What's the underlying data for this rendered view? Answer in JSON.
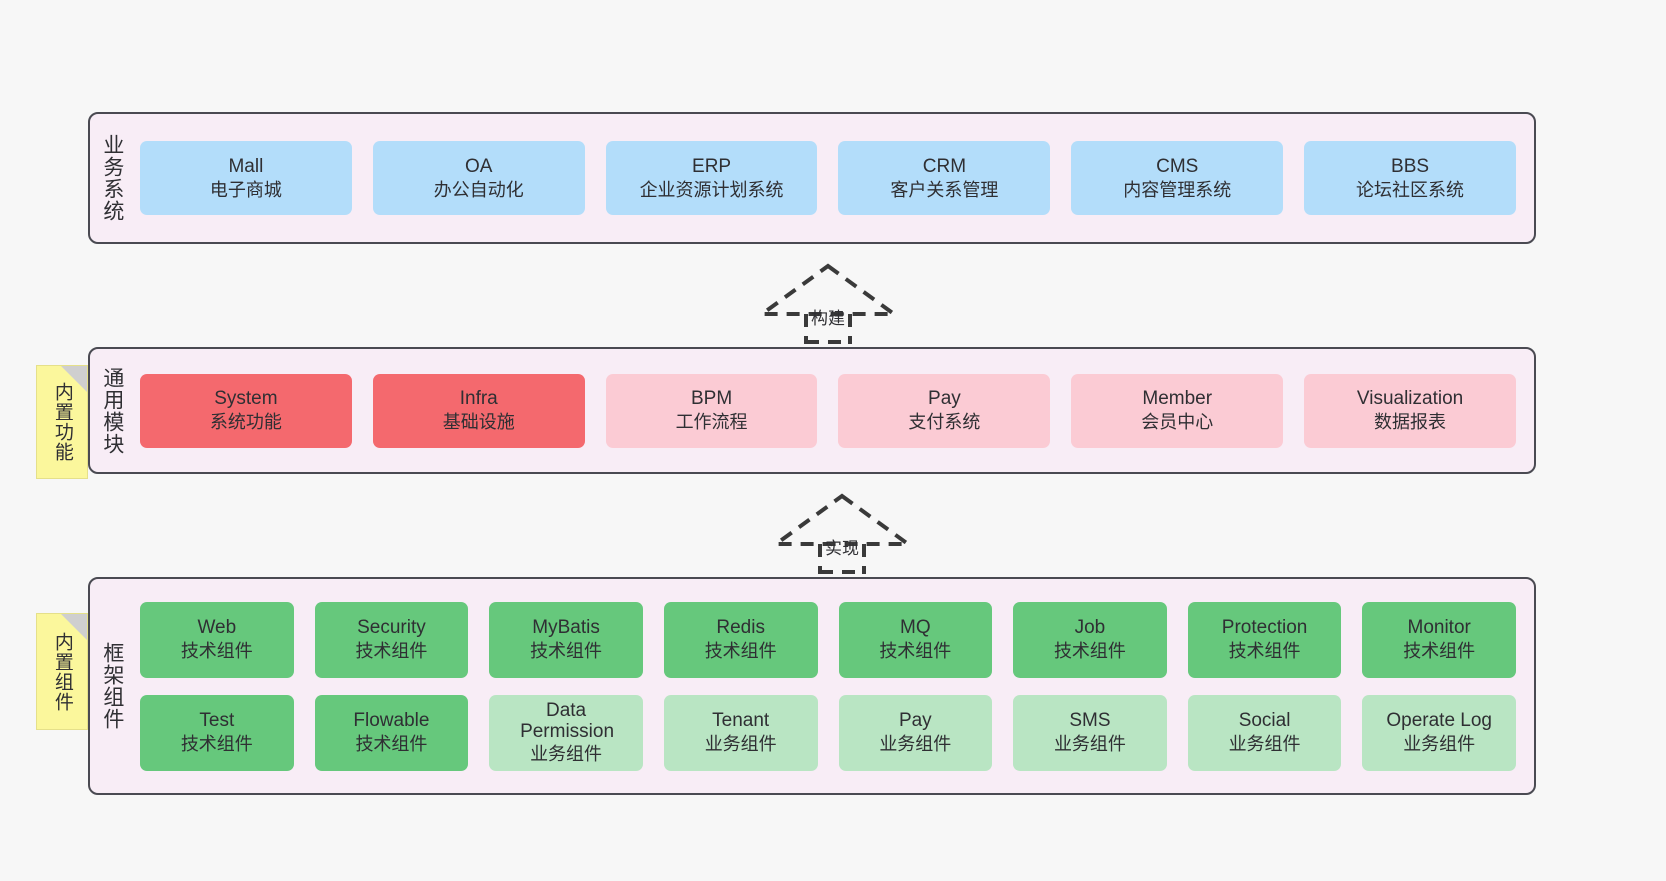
{
  "palette": {
    "page_background": "#f7f7f7",
    "panel_fill": "#f8edf6",
    "panel_border": "#4a4a52",
    "business_box": "#b3ddfa",
    "module_core_box": "#f4696e",
    "module_box": "#fbcbd4",
    "tech_component_box": "#66c87c",
    "business_component_box": "#b9e5c3",
    "sticky_note": "#fbf79c",
    "sticky_fold": "#cfcfcf",
    "connector": "#3a3a3a"
  },
  "layers": [
    {
      "id": "business-systems",
      "title": "业务系统",
      "sticky": null,
      "rows": [
        {
          "items": [
            {
              "en": "Mall",
              "cn": "电子商城",
              "style": "c-blue"
            },
            {
              "en": "OA",
              "cn": "办公自动化",
              "style": "c-blue"
            },
            {
              "en": "ERP",
              "cn": "企业资源计划系统",
              "style": "c-blue"
            },
            {
              "en": "CRM",
              "cn": "客户关系管理",
              "style": "c-blue"
            },
            {
              "en": "CMS",
              "cn": "内容管理系统",
              "style": "c-blue"
            },
            {
              "en": "BBS",
              "cn": "论坛社区系统",
              "style": "c-blue"
            }
          ]
        }
      ]
    },
    {
      "id": "common-modules",
      "title": "通用模块",
      "sticky": "内置功能",
      "rows": [
        {
          "items": [
            {
              "en": "System",
              "cn": "系统功能",
              "style": "c-red"
            },
            {
              "en": "Infra",
              "cn": "基础设施",
              "style": "c-red"
            },
            {
              "en": "BPM",
              "cn": "工作流程",
              "style": "c-pink"
            },
            {
              "en": "Pay",
              "cn": "支付系统",
              "style": "c-pink"
            },
            {
              "en": "Member",
              "cn": "会员中心",
              "style": "c-pink"
            },
            {
              "en": "Visualization",
              "cn": "数据报表",
              "style": "c-pink"
            }
          ]
        }
      ]
    },
    {
      "id": "framework-components",
      "title": "框架组件",
      "sticky": "内置组件",
      "rows": [
        {
          "items": [
            {
              "en": "Web",
              "cn": "技术组件",
              "style": "c-green"
            },
            {
              "en": "Security",
              "cn": "技术组件",
              "style": "c-green"
            },
            {
              "en": "MyBatis",
              "cn": "技术组件",
              "style": "c-green"
            },
            {
              "en": "Redis",
              "cn": "技术组件",
              "style": "c-green"
            },
            {
              "en": "MQ",
              "cn": "技术组件",
              "style": "c-green"
            },
            {
              "en": "Job",
              "cn": "技术组件",
              "style": "c-green"
            },
            {
              "en": "Protection",
              "cn": "技术组件",
              "style": "c-green"
            },
            {
              "en": "Monitor",
              "cn": "技术组件",
              "style": "c-green"
            }
          ]
        },
        {
          "items": [
            {
              "en": "Test",
              "cn": "技术组件",
              "style": "c-green"
            },
            {
              "en": "Flowable",
              "cn": "技术组件",
              "style": "c-green"
            },
            {
              "en": "Data Permission",
              "cn": "业务组件",
              "style": "c-lightgreen"
            },
            {
              "en": "Tenant",
              "cn": "业务组件",
              "style": "c-lightgreen"
            },
            {
              "en": "Pay",
              "cn": "业务组件",
              "style": "c-lightgreen"
            },
            {
              "en": "SMS",
              "cn": "业务组件",
              "style": "c-lightgreen"
            },
            {
              "en": "Social",
              "cn": "业务组件",
              "style": "c-lightgreen"
            },
            {
              "en": "Operate Log",
              "cn": "业务组件",
              "style": "c-lightgreen"
            }
          ]
        }
      ]
    }
  ],
  "connectors": [
    {
      "id": "build",
      "label": "构建"
    },
    {
      "id": "implement",
      "label": "实现"
    }
  ]
}
